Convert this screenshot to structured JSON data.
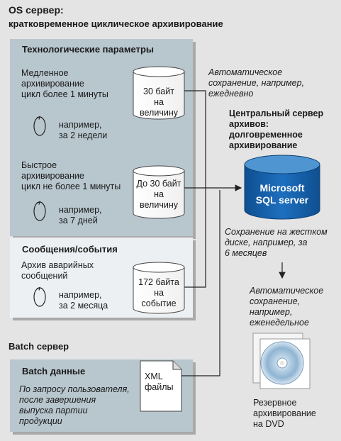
{
  "os_server": {
    "title": "OS сервер:",
    "subtitle": "кратковременное циклическое архивирование"
  },
  "tech_params": {
    "title": "Технологические параметры",
    "slow": {
      "line1": "Медленное",
      "line2": "архивирование",
      "line3": "цикл более 1 минуты",
      "example1": "например,",
      "example2": "за 2 недели",
      "cyl_line1": "30 байт",
      "cyl_line2": "на",
      "cyl_line3": "величину"
    },
    "fast": {
      "line1": "Быстрое",
      "line2": "архивирование",
      "line3": "цикл не более 1 минуты",
      "example1": "например,",
      "example2": "за 7 дней",
      "cyl_line1": "До 30 байт",
      "cyl_line2": "на",
      "cyl_line3": "величину"
    }
  },
  "messages": {
    "title": "Сообщения/события",
    "line1": "Архив аварийных",
    "line2": "сообщений",
    "example1": "например,",
    "example2": "за 2 месяца",
    "cyl_line1": "172 байта",
    "cyl_line2": "на",
    "cyl_line3": "событие"
  },
  "auto_save_daily": {
    "line1": "Автоматическое",
    "line2": "сохранение, например,",
    "line3": "ежедневно"
  },
  "central_server": {
    "line1": "Центральный сервер",
    "line2": "архивов:",
    "line3": "долговременное",
    "line4": "архивирование"
  },
  "sql_server": {
    "line1": "Microsoft",
    "line2": "SQL server"
  },
  "disk_save": {
    "line1": "Сохранение на жестком",
    "line2": "диске, например, за",
    "line3": "6 месяцев"
  },
  "auto_save_weekly": {
    "line1": "Автоматическое",
    "line2": "сохранение,",
    "line3": "например,",
    "line4": "еженедельное"
  },
  "dvd_backup": {
    "line1": "Резервное",
    "line2": "архивирование",
    "line3": "на DVD"
  },
  "batch_server": {
    "title": "Batch сервер"
  },
  "batch_data": {
    "title": "Batch данные",
    "line1": "По запросу пользователя,",
    "line2": "после завершения",
    "line3": "выпуска партии",
    "line4": "продукции",
    "doc_line1": "XML",
    "doc_line2": "файлы"
  },
  "colors": {
    "panel": "#b8c6ce",
    "panel_light": "#edf0f3",
    "background": "#e4e4e4",
    "sql_cylinder": "#1560a8",
    "sql_cylinder_top": "#4f95d2"
  }
}
